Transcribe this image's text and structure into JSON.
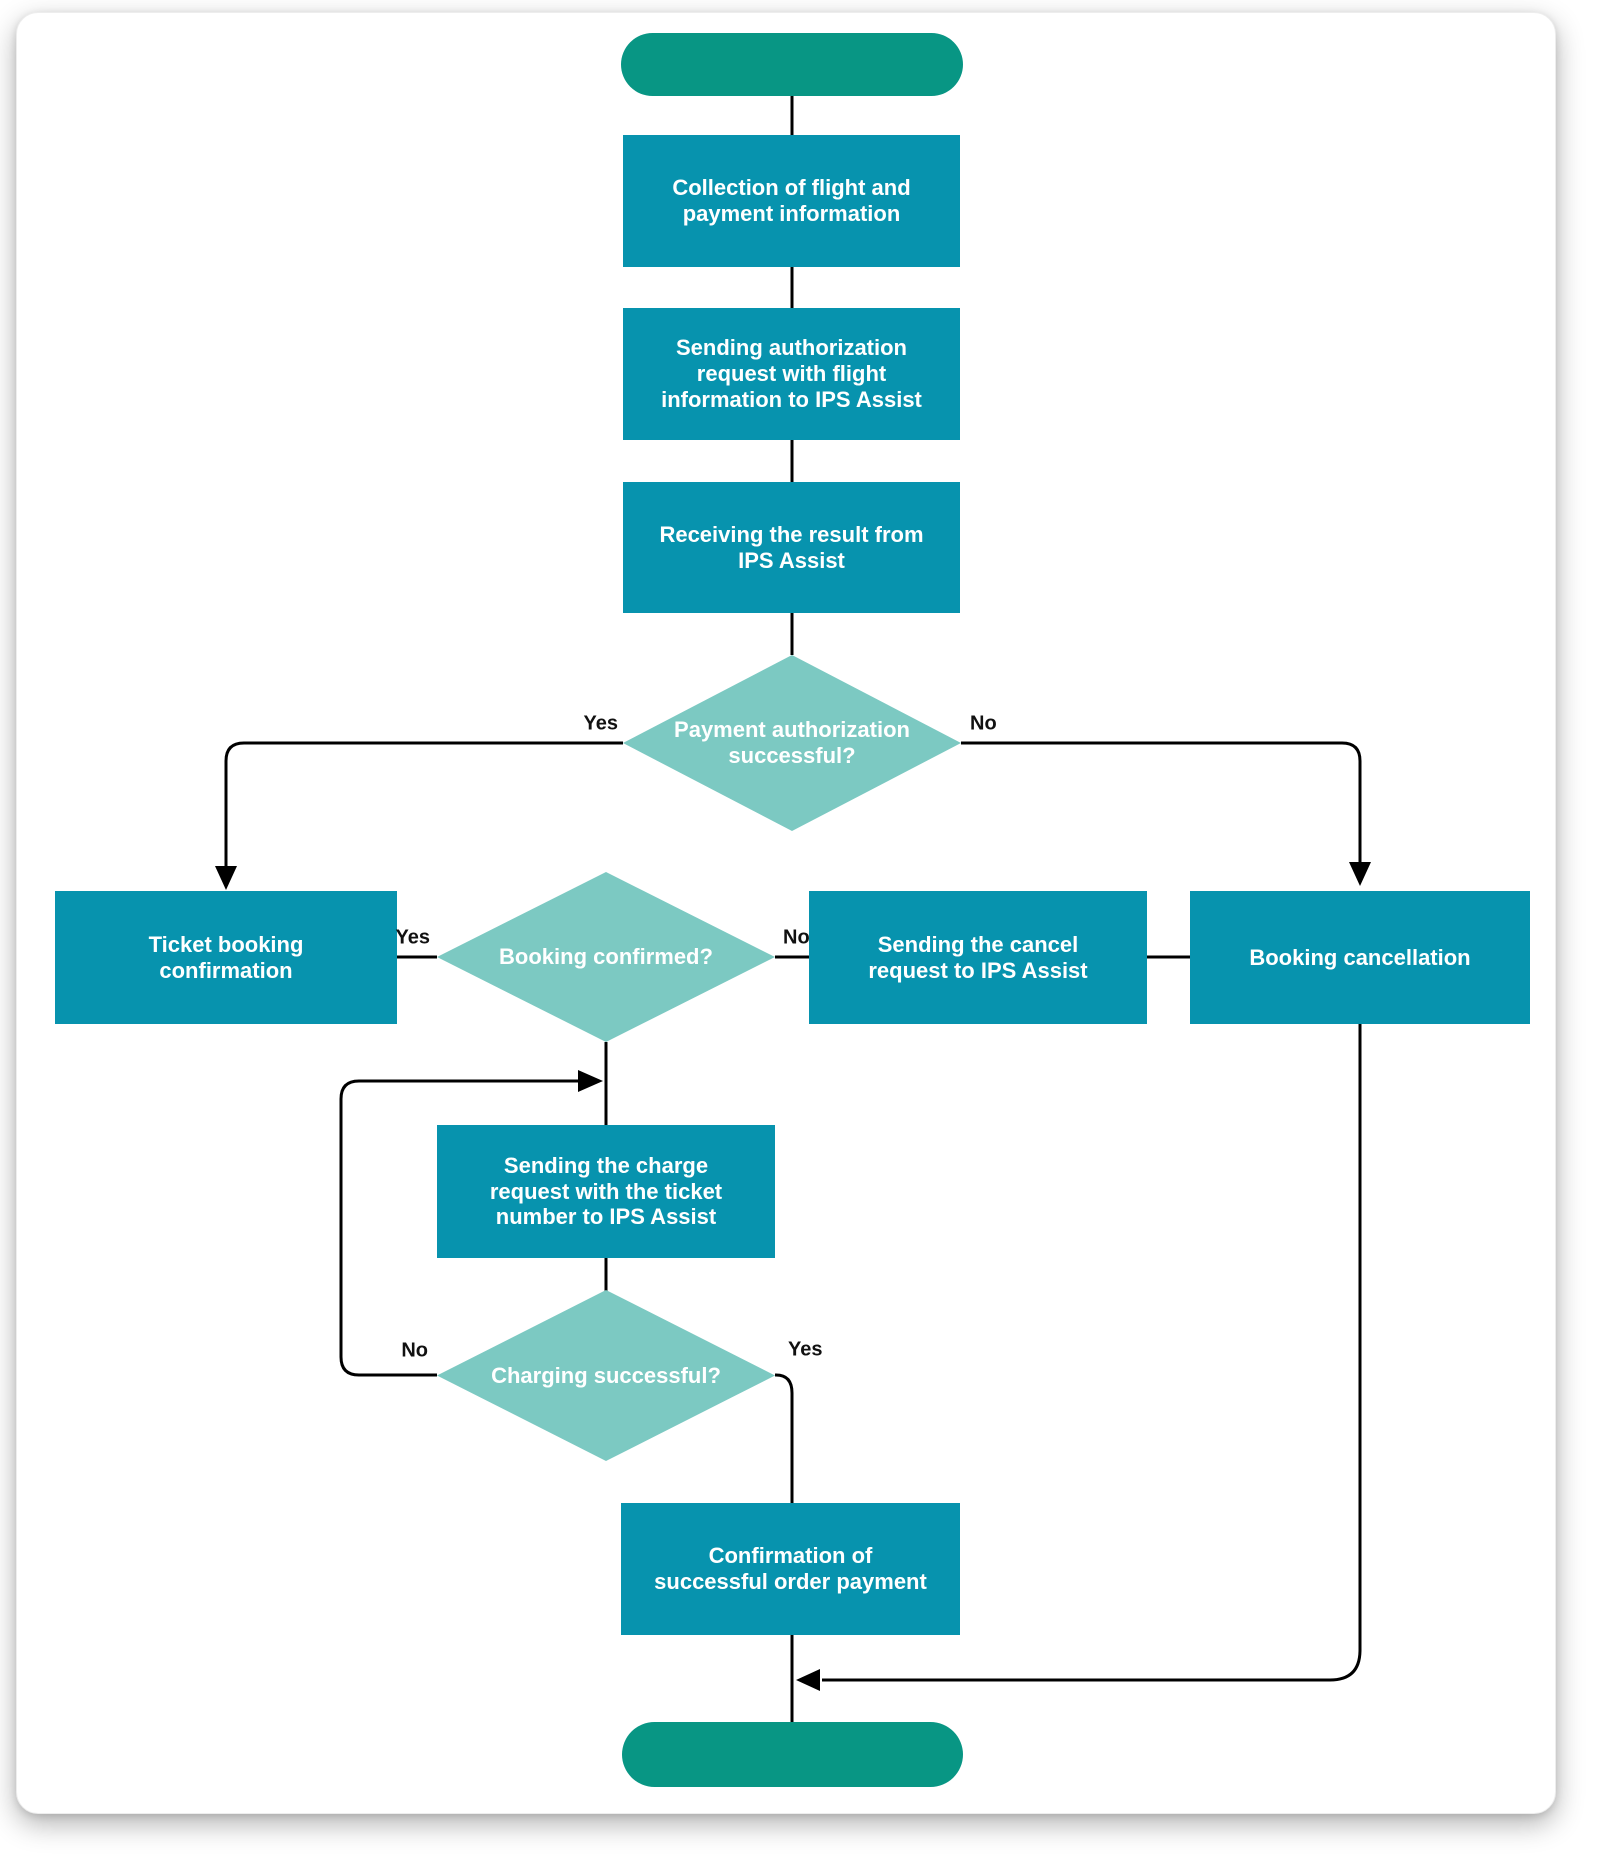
{
  "diagram": {
    "type": "flowchart",
    "colors": {
      "process-fill": "#0793ae",
      "decision-fill": "#7cc9c2",
      "terminal-fill": "#089684",
      "connector": "#000000",
      "label-color": "#111111",
      "text-color": "#ffffff"
    },
    "nodes": {
      "start": {
        "type": "terminal",
        "label": ""
      },
      "collect": {
        "type": "process",
        "label": "Collection of flight and payment information"
      },
      "send_auth": {
        "type": "process",
        "label": "Sending authorization request with flight information to IPS Assist"
      },
      "receive_result": {
        "type": "process",
        "label": "Receiving the result from IPS Assist"
      },
      "auth_decision": {
        "type": "decision",
        "label": "Payment authorization successful?"
      },
      "ticket_confirm": {
        "type": "process",
        "label": "Ticket booking confirmation"
      },
      "booking_decision": {
        "type": "decision",
        "label": "Booking confirmed?"
      },
      "cancel_request": {
        "type": "process",
        "label": "Sending the cancel request to IPS Assist"
      },
      "booking_cancel": {
        "type": "process",
        "label": "Booking cancellation"
      },
      "charge_request": {
        "type": "process",
        "label": "Sending the charge request with the ticket number to IPS Assist"
      },
      "charge_decision": {
        "type": "decision",
        "label": "Charging successful?"
      },
      "payment_confirm": {
        "type": "process",
        "label": "Confirmation of successful order payment"
      },
      "end": {
        "type": "terminal",
        "label": ""
      }
    },
    "edge_labels": {
      "auth_yes": "Yes",
      "auth_no": "No",
      "booking_yes": "Yes",
      "booking_no": "No",
      "charge_no": "No",
      "charge_yes": "Yes"
    }
  }
}
